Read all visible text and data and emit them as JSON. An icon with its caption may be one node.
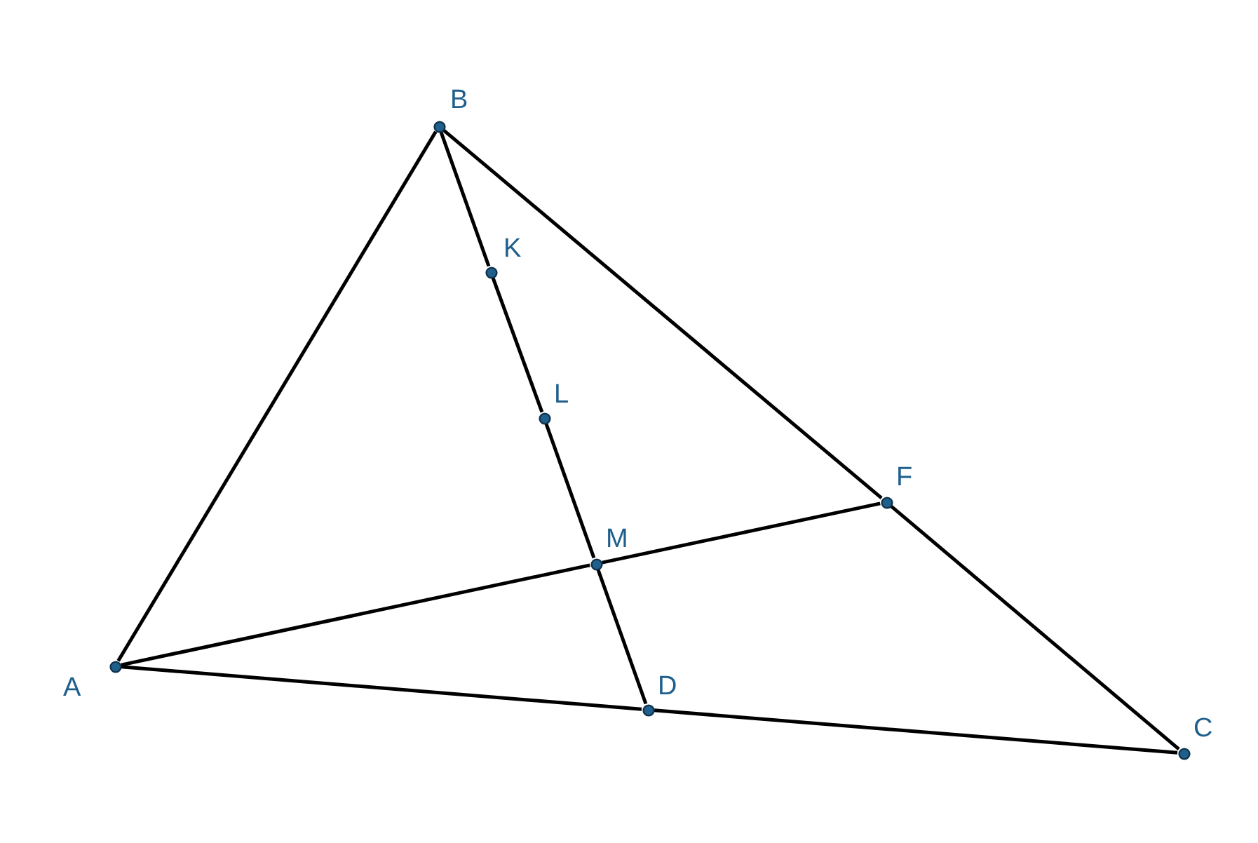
{
  "diagram": {
    "nodes": [
      {
        "text": [
          "B"
        ]
      },
      {
        "text": [
          "K"
        ]
      },
      {
        "text": [
          "L"
        ]
      },
      {
        "text": [
          "F"
        ]
      },
      {
        "text": [
          "M"
        ]
      },
      {
        "text": [
          "A"
        ]
      },
      {
        "text": [
          "D"
        ]
      },
      {
        "text": [
          "C"
        ]
      }
    ],
    "edges": [
      {
        "from": 0,
        "to": 5,
        "arrow": "none"
      },
      {
        "from": 0,
        "to": 1,
        "arrow": "none"
      },
      {
        "from": 1,
        "to": 2,
        "arrow": "none"
      },
      {
        "from": 2,
        "to": 4,
        "arrow": "none"
      },
      {
        "from": 4,
        "to": 6,
        "arrow": "none"
      },
      {
        "from": 0,
        "to": 3,
        "arrow": "none"
      },
      {
        "from": 3,
        "to": 7,
        "arrow": "none"
      },
      {
        "from": 5,
        "to": 4,
        "arrow": "none"
      },
      {
        "from": 4,
        "to": 3,
        "arrow": "none"
      },
      {
        "from": 5,
        "to": 6,
        "arrow": "none"
      },
      {
        "from": 6,
        "to": 7,
        "arrow": "none"
      }
    ]
  }
}
